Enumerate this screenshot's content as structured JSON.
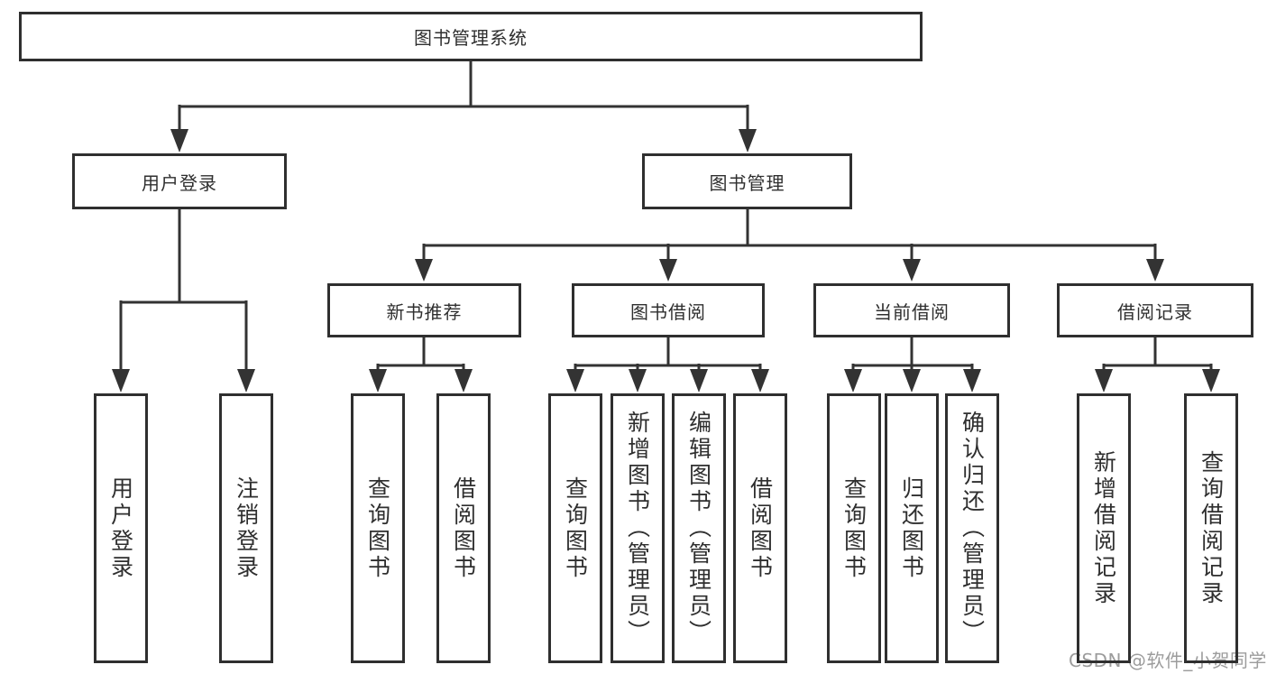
{
  "tree": {
    "root": {
      "label": "图书管理系统",
      "children": [
        {
          "label": "用户登录",
          "children": [
            {
              "label": "用户登录"
            },
            {
              "label": "注销登录"
            }
          ]
        },
        {
          "label": "图书管理",
          "children": [
            {
              "label": "新书推荐",
              "children": [
                {
                  "label": "查询图书"
                },
                {
                  "label": "借阅图书"
                }
              ]
            },
            {
              "label": "图书借阅",
              "children": [
                {
                  "label": "查询图书"
                },
                {
                  "label": "新增图书（管理员）"
                },
                {
                  "label": "编辑图书（管理员）"
                },
                {
                  "label": "借阅图书"
                }
              ]
            },
            {
              "label": "当前借阅",
              "children": [
                {
                  "label": "查询图书"
                },
                {
                  "label": "归还图书"
                },
                {
                  "label": "确认归还（管理员）"
                }
              ]
            },
            {
              "label": "借阅记录",
              "children": [
                {
                  "label": "新增借阅记录"
                },
                {
                  "label": "查询借阅记录"
                }
              ]
            }
          ]
        }
      ]
    }
  },
  "watermark": {
    "text": "CSDN @软件_小贺同学"
  },
  "colors": {
    "line": "#333333",
    "box_border": "#2f2f2f",
    "text": "#2f2f2f",
    "watermark": "#9c9c9c",
    "background": "#ffffff"
  }
}
